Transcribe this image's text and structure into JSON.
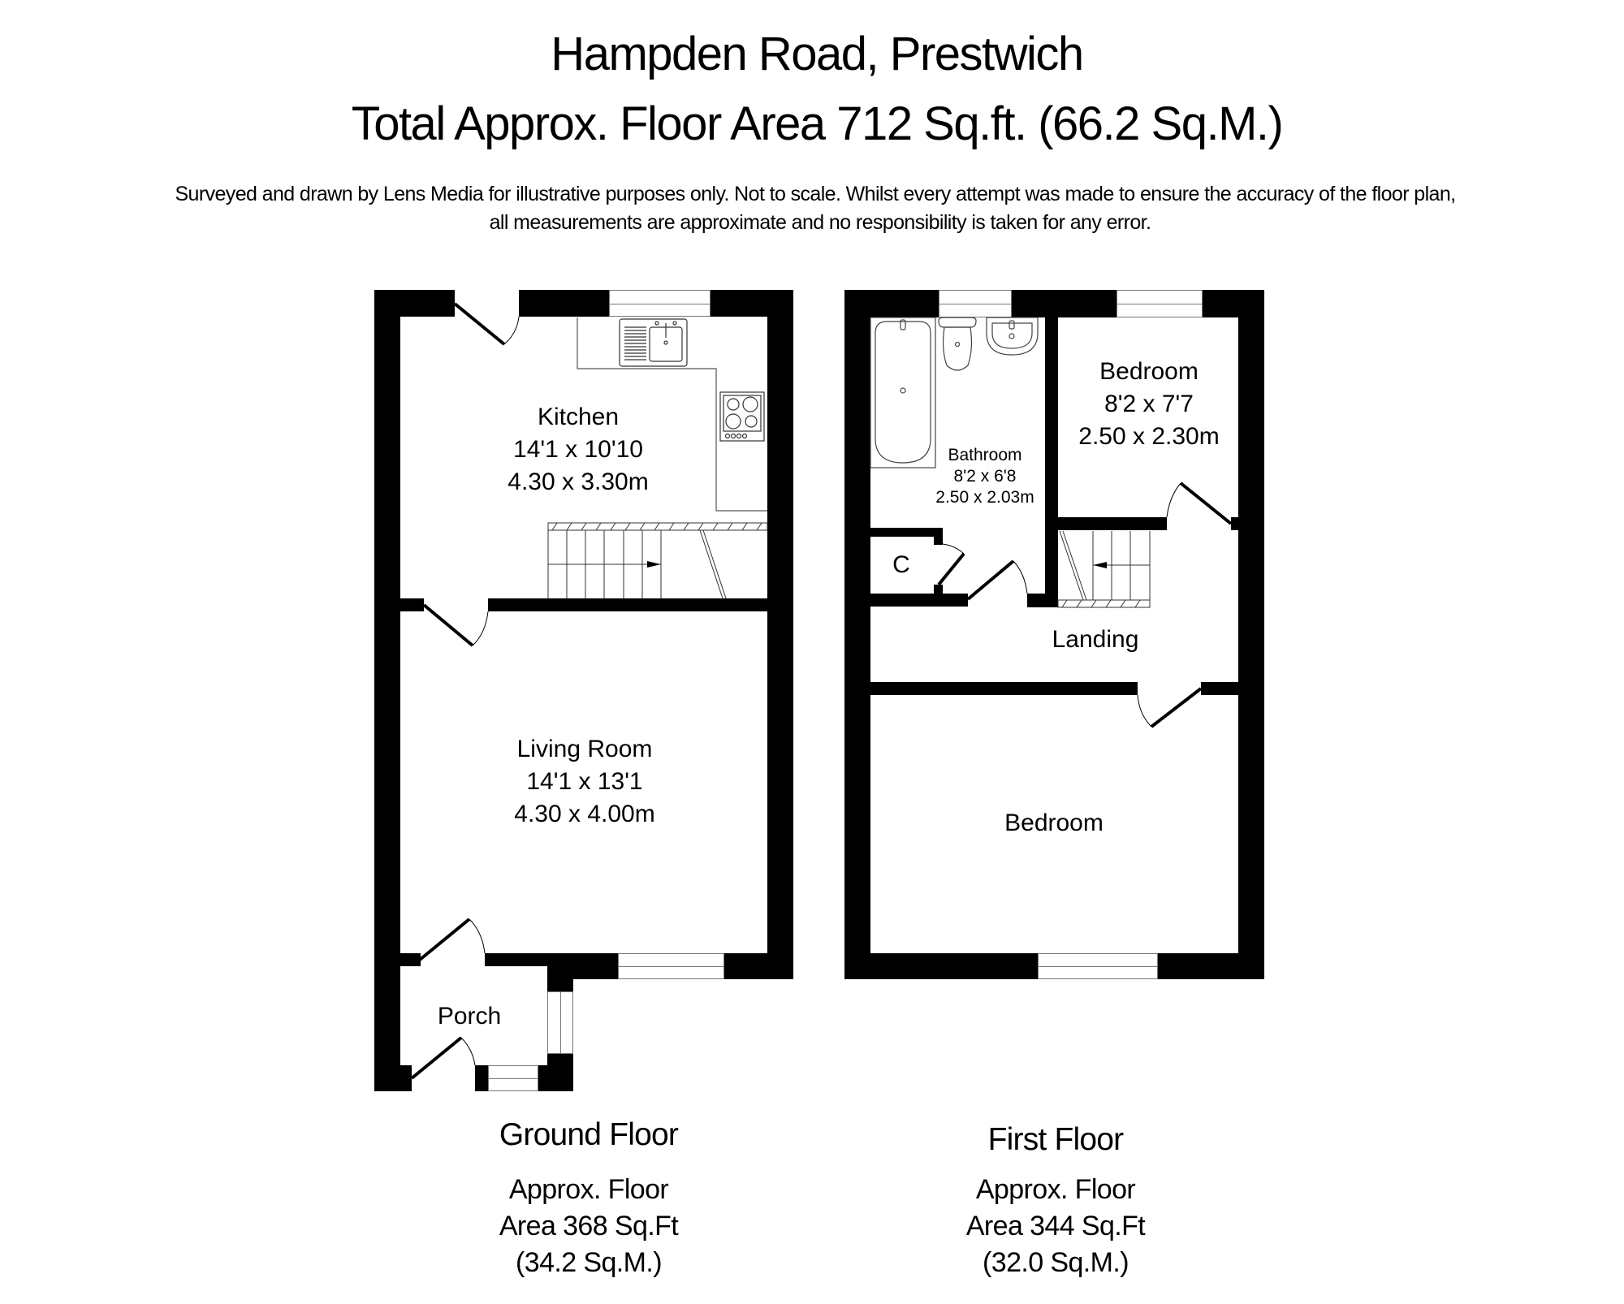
{
  "header": {
    "title": "Hampden Road, Prestwich",
    "total_area": "Total Approx. Floor Area  712 Sq.ft. (66.2 Sq.M.)",
    "disclaimer_line1": "Surveyed and drawn by Lens Media for illustrative purposes only. Not to scale. Whilst every attempt was made to ensure the accuracy of the floor plan,",
    "disclaimer_line2": "all measurements are approximate and no responsibility is taken for any error."
  },
  "ground_floor": {
    "name": "Ground Floor",
    "area_line1": "Approx. Floor",
    "area_line2": "Area 368 Sq.Ft",
    "area_line3": "(34.2 Sq.M.)",
    "rooms": [
      {
        "name": "Kitchen",
        "imperial": "14'1 x 10'10",
        "metric": "4.30 x 3.30m"
      },
      {
        "name": "Living Room",
        "imperial": "14'1 x 13'1",
        "metric": "4.30 x 4.00m"
      },
      {
        "name": "Porch"
      }
    ]
  },
  "first_floor": {
    "name": "First Floor",
    "area_line1": "Approx. Floor",
    "area_line2": "Area 344 Sq.Ft",
    "area_line3": "(32.0 Sq.M.)",
    "rooms": [
      {
        "name": "Bathroom",
        "imperial": "8'2 x 6'8",
        "metric": "2.50 x 2.03m"
      },
      {
        "name": "Bedroom",
        "imperial": "8'2 x 7'7",
        "metric": "2.50 x 2.30m"
      },
      {
        "name": "C"
      },
      {
        "name": "Landing"
      },
      {
        "name": "Bedroom"
      }
    ]
  },
  "colors": {
    "wall": "#000000",
    "background": "#ffffff",
    "fixture_line": "#555555"
  }
}
